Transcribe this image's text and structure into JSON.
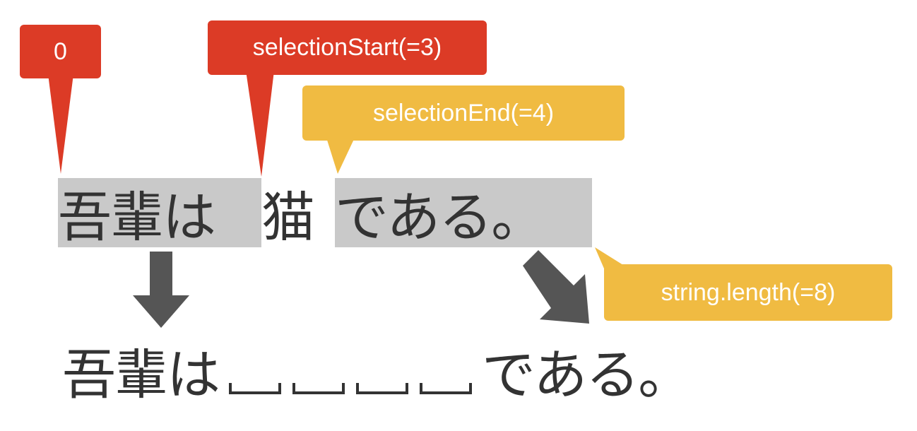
{
  "callouts": {
    "zero": "0",
    "selection_start": "selectionStart(=3)",
    "selection_end": "selectionEnd(=4)",
    "string_length": "string.length(=8)"
  },
  "original_line": {
    "part_selected_before": "吾輩は",
    "part_selected_char": "猫",
    "part_after": "である。"
  },
  "result_line": {
    "part_before": "吾輩は",
    "blanks": [
      "",
      "",
      "",
      ""
    ],
    "part_after": "である。"
  },
  "colors": {
    "red": "#dc3b26",
    "yellow": "#f0bb42",
    "highlight": "#c9c9c9",
    "arrow": "#555555",
    "text": "#333333"
  }
}
